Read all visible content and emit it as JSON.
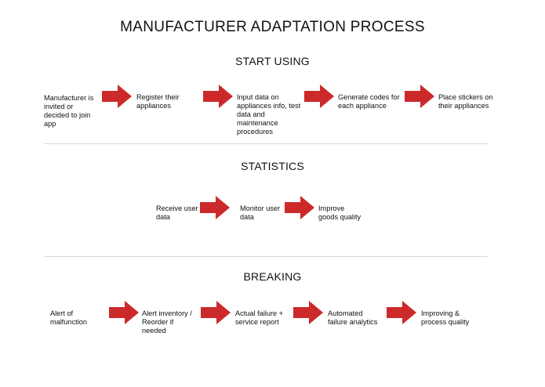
{
  "title": "MANUFACTURER ADAPTATION PROCESS",
  "arrow_color": "#cc2a2a",
  "sections": [
    {
      "heading": "START USING",
      "steps": [
        "Manufacturer is\ninvited or\ndecided to join\napp",
        "Register their\nappliances",
        "Input data on\nappliances info, test\ndata and\nmaintenance\nprocedures",
        "Generate codes for\neach appliance",
        "Place stickers on\ntheir appliances"
      ]
    },
    {
      "heading": "STATISTICS",
      "steps": [
        "Receive user\ndata",
        "Monitor user\ndata",
        "Improve\ngoods quality"
      ]
    },
    {
      "heading": "BREAKING",
      "steps": [
        "Alert of\nmalfunction",
        "Alert inventory /\nReorder if\nneeded",
        "Actual failure +\nservice report",
        "Automated\nfailure analytics",
        "Improving &\nprocess quality"
      ]
    }
  ]
}
